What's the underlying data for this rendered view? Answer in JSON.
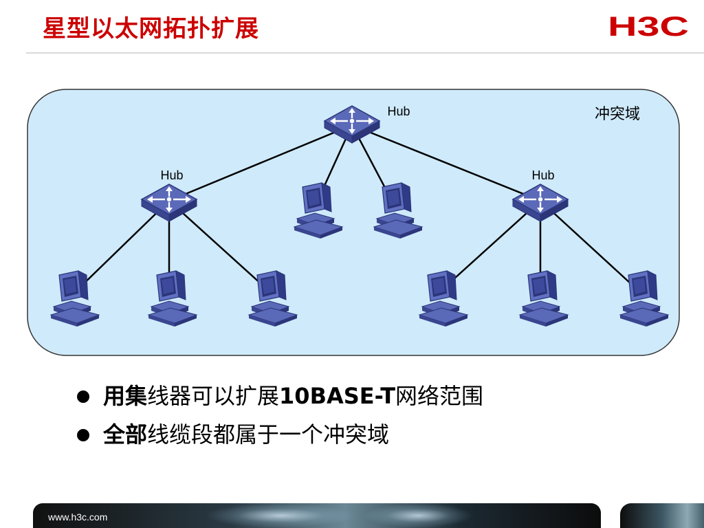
{
  "slide": {
    "title": "星型以太网拓扑扩展",
    "logo_text": "H3C",
    "footer_url": "www.h3c.com"
  },
  "diagram": {
    "region_label": "冲突域",
    "hub_labels": [
      "Hub",
      "Hub",
      "Hub"
    ],
    "colors": {
      "region_fill": "#cfeafa",
      "region_stroke": "#333333",
      "device_blue": "#4c5aa8",
      "device_dark": "#2b3578",
      "link": "#000000",
      "title_red": "#cc0000"
    }
  },
  "bullets": [
    {
      "parts": [
        {
          "text": "用集",
          "bold": true
        },
        {
          "text": "线器可以扩展",
          "bold": false
        },
        {
          "text": "10BASE-T",
          "bold": true
        },
        {
          "text": "网络范围",
          "bold": false
        }
      ]
    },
    {
      "parts": [
        {
          "text": "全部",
          "bold": true
        },
        {
          "text": "线缆段都属于一个冲突域",
          "bold": false
        }
      ]
    }
  ]
}
